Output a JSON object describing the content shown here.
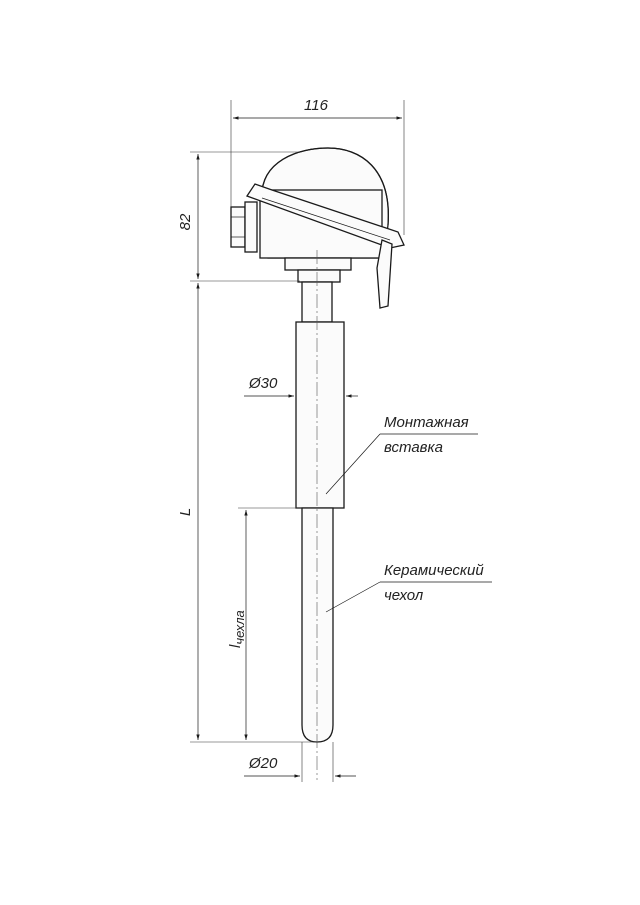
{
  "dimensions": {
    "width": "116",
    "head_height": "82",
    "length": "L",
    "sheath_length_main": "l",
    "sheath_length_sub": "чехла",
    "insert_diameter": "Ø30",
    "sheath_diameter": "Ø20"
  },
  "callouts": {
    "insert_line1": "Монтажная",
    "insert_line2": "вставка",
    "sheath_line1": "Керамический",
    "sheath_line2": "чехол"
  }
}
